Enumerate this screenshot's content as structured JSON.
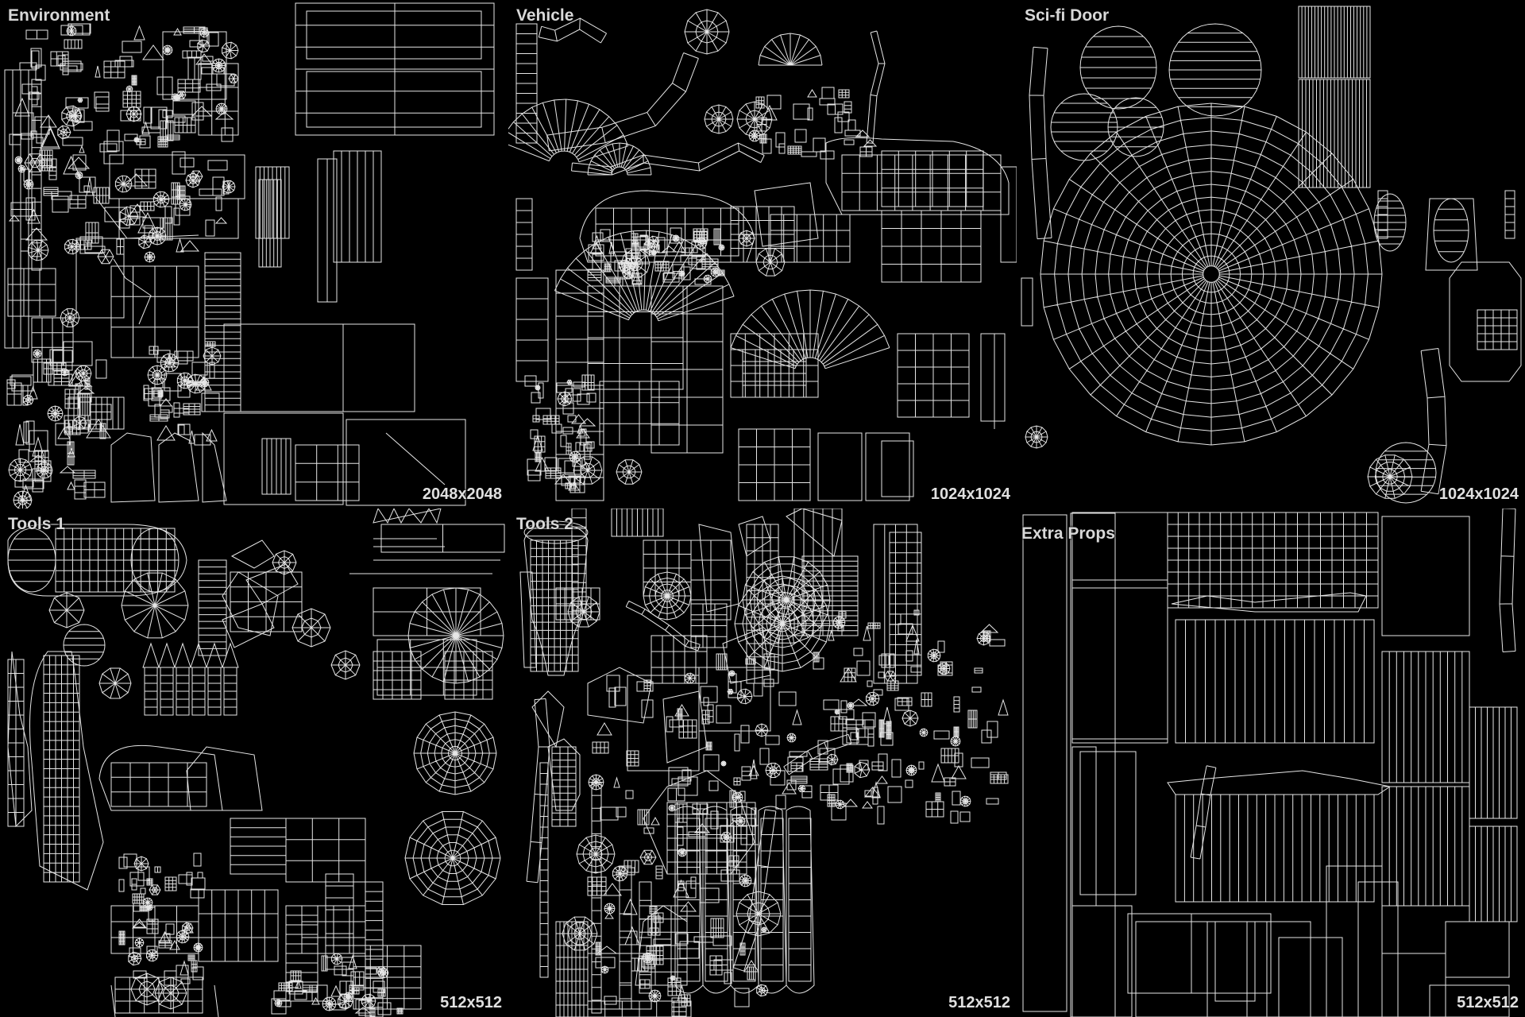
{
  "sheet": {
    "background": "#000000",
    "wire_color": "#e6e6e6"
  },
  "panels": [
    {
      "id": "environment",
      "title": "Environment",
      "resolution": "2048x2048"
    },
    {
      "id": "vehicle",
      "title": "Vehicle",
      "resolution": "1024x1024"
    },
    {
      "id": "scifi",
      "title": "Sci-fi Door",
      "resolution": "1024x1024"
    },
    {
      "id": "tools1",
      "title": "Tools 1",
      "resolution": "512x512"
    },
    {
      "id": "tools2",
      "title": "Tools 2",
      "resolution": "512x512"
    },
    {
      "id": "extra",
      "title": "Extra Props",
      "resolution": "512x512"
    }
  ]
}
